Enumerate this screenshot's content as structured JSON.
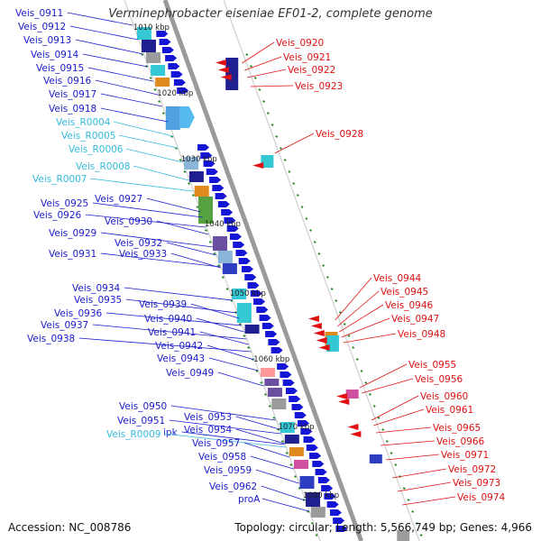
{
  "title": "Verminephrobacter eiseniae EF01-2, complete genome",
  "footer": {
    "accession": "Accession: NC_008786",
    "topology": "Topology: circular; Length: 5,566,749 bp; Genes: 4,966"
  },
  "colors": {
    "axis": "#9a9a9a",
    "forward_label": "#1a1acc",
    "rna_label": "#33bbdd",
    "reverse_label": "#dd1111",
    "dots": "#228822"
  },
  "ticks": [
    "1010 kbp",
    "1020 kbp",
    "1030 kbp",
    "1040 kbp",
    "1050 kbp",
    "1060 kbp",
    "1070 kbp",
    "1080 kbp"
  ],
  "labels_left": [
    {
      "text": "Veis_0911",
      "kind": "gene"
    },
    {
      "text": "Veis_0912",
      "kind": "gene"
    },
    {
      "text": "Veis_0913",
      "kind": "gene"
    },
    {
      "text": "Veis_0914",
      "kind": "gene"
    },
    {
      "text": "Veis_0915",
      "kind": "gene"
    },
    {
      "text": "Veis_0916",
      "kind": "gene"
    },
    {
      "text": "Veis_0917",
      "kind": "gene"
    },
    {
      "text": "Veis_0918",
      "kind": "gene"
    },
    {
      "text": "Veis_R0004",
      "kind": "rna"
    },
    {
      "text": "Veis_R0005",
      "kind": "rna"
    },
    {
      "text": "Veis_R0006",
      "kind": "rna"
    },
    {
      "text": "Veis_R0008",
      "kind": "rna"
    },
    {
      "text": "Veis_R0007",
      "kind": "rna"
    },
    {
      "text": "Veis_0927",
      "kind": "gene"
    },
    {
      "text": "Veis_0925",
      "kind": "gene"
    },
    {
      "text": "Veis_0926",
      "kind": "gene"
    },
    {
      "text": "Veis_0930",
      "kind": "gene"
    },
    {
      "text": "Veis_0929",
      "kind": "gene"
    },
    {
      "text": "Veis_0932",
      "kind": "gene"
    },
    {
      "text": "Veis_0931",
      "kind": "gene"
    },
    {
      "text": "Veis_0933",
      "kind": "gene"
    },
    {
      "text": "Veis_0934",
      "kind": "gene"
    },
    {
      "text": "Veis_0935",
      "kind": "gene"
    },
    {
      "text": "Veis_0939",
      "kind": "gene"
    },
    {
      "text": "Veis_0936",
      "kind": "gene"
    },
    {
      "text": "Veis_0940",
      "kind": "gene"
    },
    {
      "text": "Veis_0937",
      "kind": "gene"
    },
    {
      "text": "Veis_0941",
      "kind": "gene"
    },
    {
      "text": "Veis_0938",
      "kind": "gene"
    },
    {
      "text": "Veis_0942",
      "kind": "gene"
    },
    {
      "text": "Veis_0943",
      "kind": "gene"
    },
    {
      "text": "Veis_0949",
      "kind": "gene"
    },
    {
      "text": "Veis_0950",
      "kind": "gene"
    },
    {
      "text": "Veis_0953",
      "kind": "gene"
    },
    {
      "text": "Veis_0951",
      "kind": "gene"
    },
    {
      "text": "Veis_0954",
      "kind": "gene"
    },
    {
      "text": "ipk",
      "kind": "gene"
    },
    {
      "text": "Veis_R0009",
      "kind": "rna"
    },
    {
      "text": "Veis_0957",
      "kind": "gene"
    },
    {
      "text": "Veis_0958",
      "kind": "gene"
    },
    {
      "text": "Veis_0959",
      "kind": "gene"
    },
    {
      "text": "Veis_0962",
      "kind": "gene"
    },
    {
      "text": "proA",
      "kind": "gene"
    }
  ],
  "labels_right": [
    "Veis_0920",
    "Veis_0921",
    "Veis_0922",
    "Veis_0923",
    "Veis_0928",
    "Veis_0944",
    "Veis_0945",
    "Veis_0946",
    "Veis_0947",
    "Veis_0948",
    "Veis_0955",
    "Veis_0956",
    "Veis_0960",
    "Veis_0961",
    "Veis_0965",
    "Veis_0966",
    "Veis_0971",
    "Veis_0972",
    "Veis_0973",
    "Veis_0974"
  ]
}
